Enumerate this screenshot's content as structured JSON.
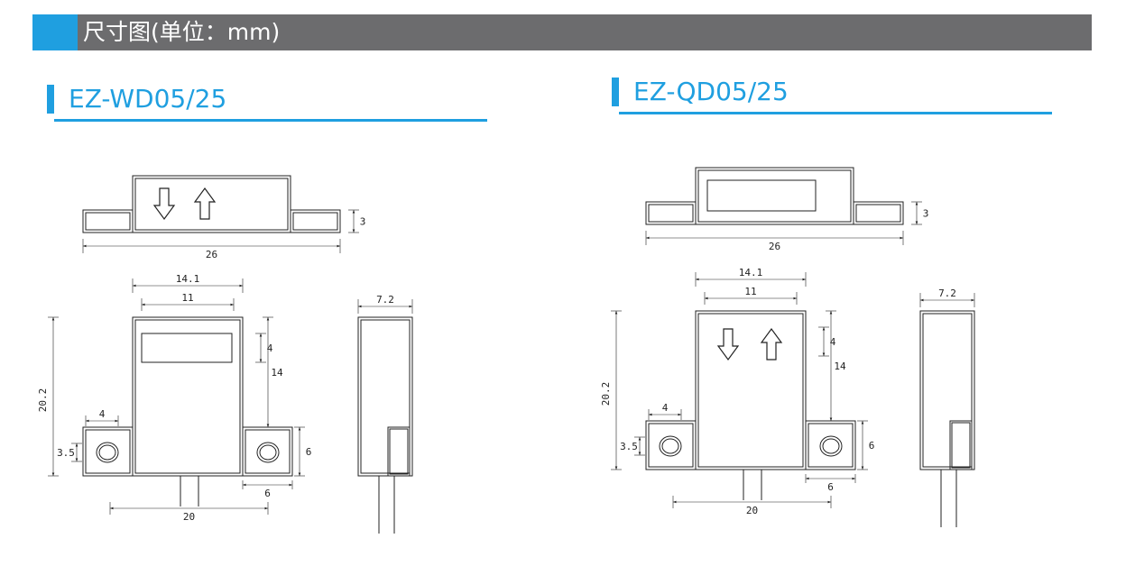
{
  "header": {
    "title": "尺寸图(单位：mm)"
  },
  "models": [
    {
      "name": "EZ-WD05/25",
      "top_view": {
        "width": "26",
        "height": "3"
      },
      "front_view": {
        "body_width": "14.1",
        "window_width": "11",
        "height": "20.2",
        "window_offset": "4",
        "mount_to_top": "14",
        "tab_width": "4",
        "hole_offset": "3.5",
        "tab_height": "6",
        "tab_depth": "6",
        "lead_span": "20"
      },
      "side_view": {
        "depth": "7.2"
      }
    },
    {
      "name": "EZ-QD05/25",
      "top_view": {
        "width": "26",
        "height": "3"
      },
      "front_view": {
        "body_width": "14.1",
        "window_width": "11",
        "height": "20.2",
        "window_offset": "4",
        "mount_to_top": "14",
        "tab_width": "4",
        "hole_offset": "3.5",
        "tab_height": "6",
        "tab_depth": "6",
        "lead_span": "20"
      },
      "side_view": {
        "depth": "7.2"
      }
    }
  ],
  "colors": {
    "banner": "#6c6c6e",
    "accent": "#1f9fe0",
    "line": "#222222"
  }
}
